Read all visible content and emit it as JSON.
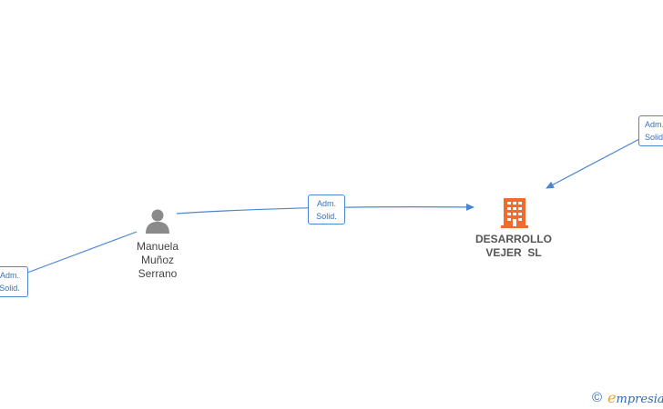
{
  "edges": [
    {
      "label_line1": "Adm.",
      "label_line2": "Solid."
    },
    {
      "label_line1": "Adm.",
      "label_line2": "Solid."
    },
    {
      "label_line1": "Adm.",
      "label_line2": "Solid."
    }
  ],
  "person": {
    "line1": "Manuela",
    "line2": "Muñoz",
    "line3": "Serrano",
    "icon": "person-icon"
  },
  "company": {
    "line1": "DESARROLLO",
    "line2": "VEJER  SL",
    "icon": "building-icon",
    "color": "#f26b2a"
  },
  "brand": {
    "copyright": "©",
    "e": "e",
    "name": "mpresia"
  },
  "colors": {
    "edge": "#4a86d4",
    "person": "#8a8a8a"
  }
}
